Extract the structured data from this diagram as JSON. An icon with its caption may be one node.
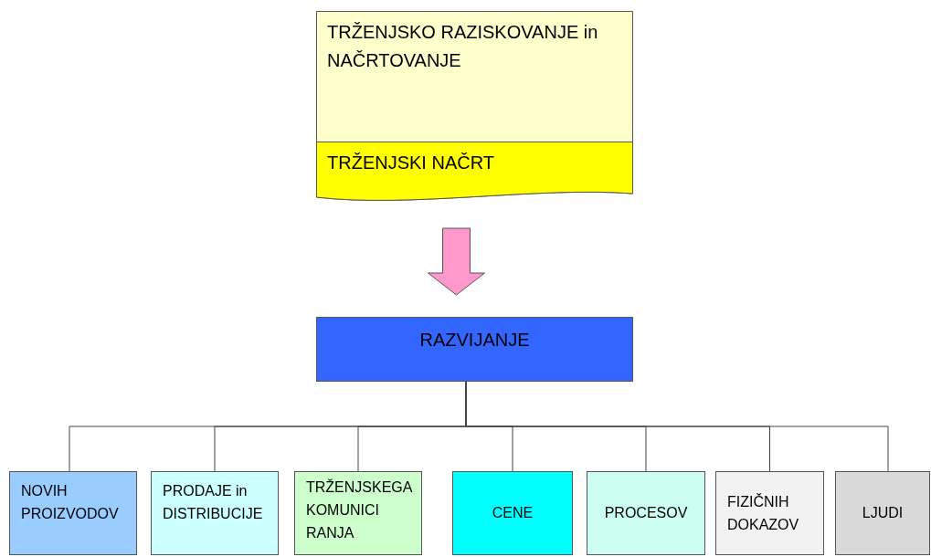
{
  "diagram": {
    "nodes": [
      {
        "text": [
          "TRŽENJSKO RAZISKOVANJE in NAČRTOVANJE"
        ]
      },
      {
        "text": [
          "TRŽENJSKI NAČRT"
        ],
        "in": 0
      },
      {
        "text": [
          "RAZVIJANJE"
        ]
      },
      {
        "text": [
          "NOVIH PROIZVODOV"
        ]
      },
      {
        "text": [
          "PRODAJE in DISTRIBUCIJE"
        ]
      },
      {
        "text": [
          "TRŽENJSKEGA KOMUNICI RANJA"
        ]
      },
      {
        "text": [
          "CENE"
        ]
      },
      {
        "text": [
          "PROCESOV"
        ]
      },
      {
        "text": [
          "FIZIČNIH DOKAZOV"
        ]
      },
      {
        "text": [
          "LJUDI"
        ]
      }
    ],
    "edges": [
      {
        "from": 0,
        "to": 2,
        "arrow": "to",
        "style": "thick",
        "color": "#ff99cc"
      },
      {
        "from": 2,
        "to": 3,
        "arrow": "none"
      },
      {
        "from": 2,
        "to": 4,
        "arrow": "none"
      },
      {
        "from": 2,
        "to": 5,
        "arrow": "none"
      },
      {
        "from": 2,
        "to": 6,
        "arrow": "none"
      },
      {
        "from": 2,
        "to": 7,
        "arrow": "none"
      },
      {
        "from": 2,
        "to": 8,
        "arrow": "none"
      },
      {
        "from": 2,
        "to": 9,
        "arrow": "none"
      }
    ]
  }
}
